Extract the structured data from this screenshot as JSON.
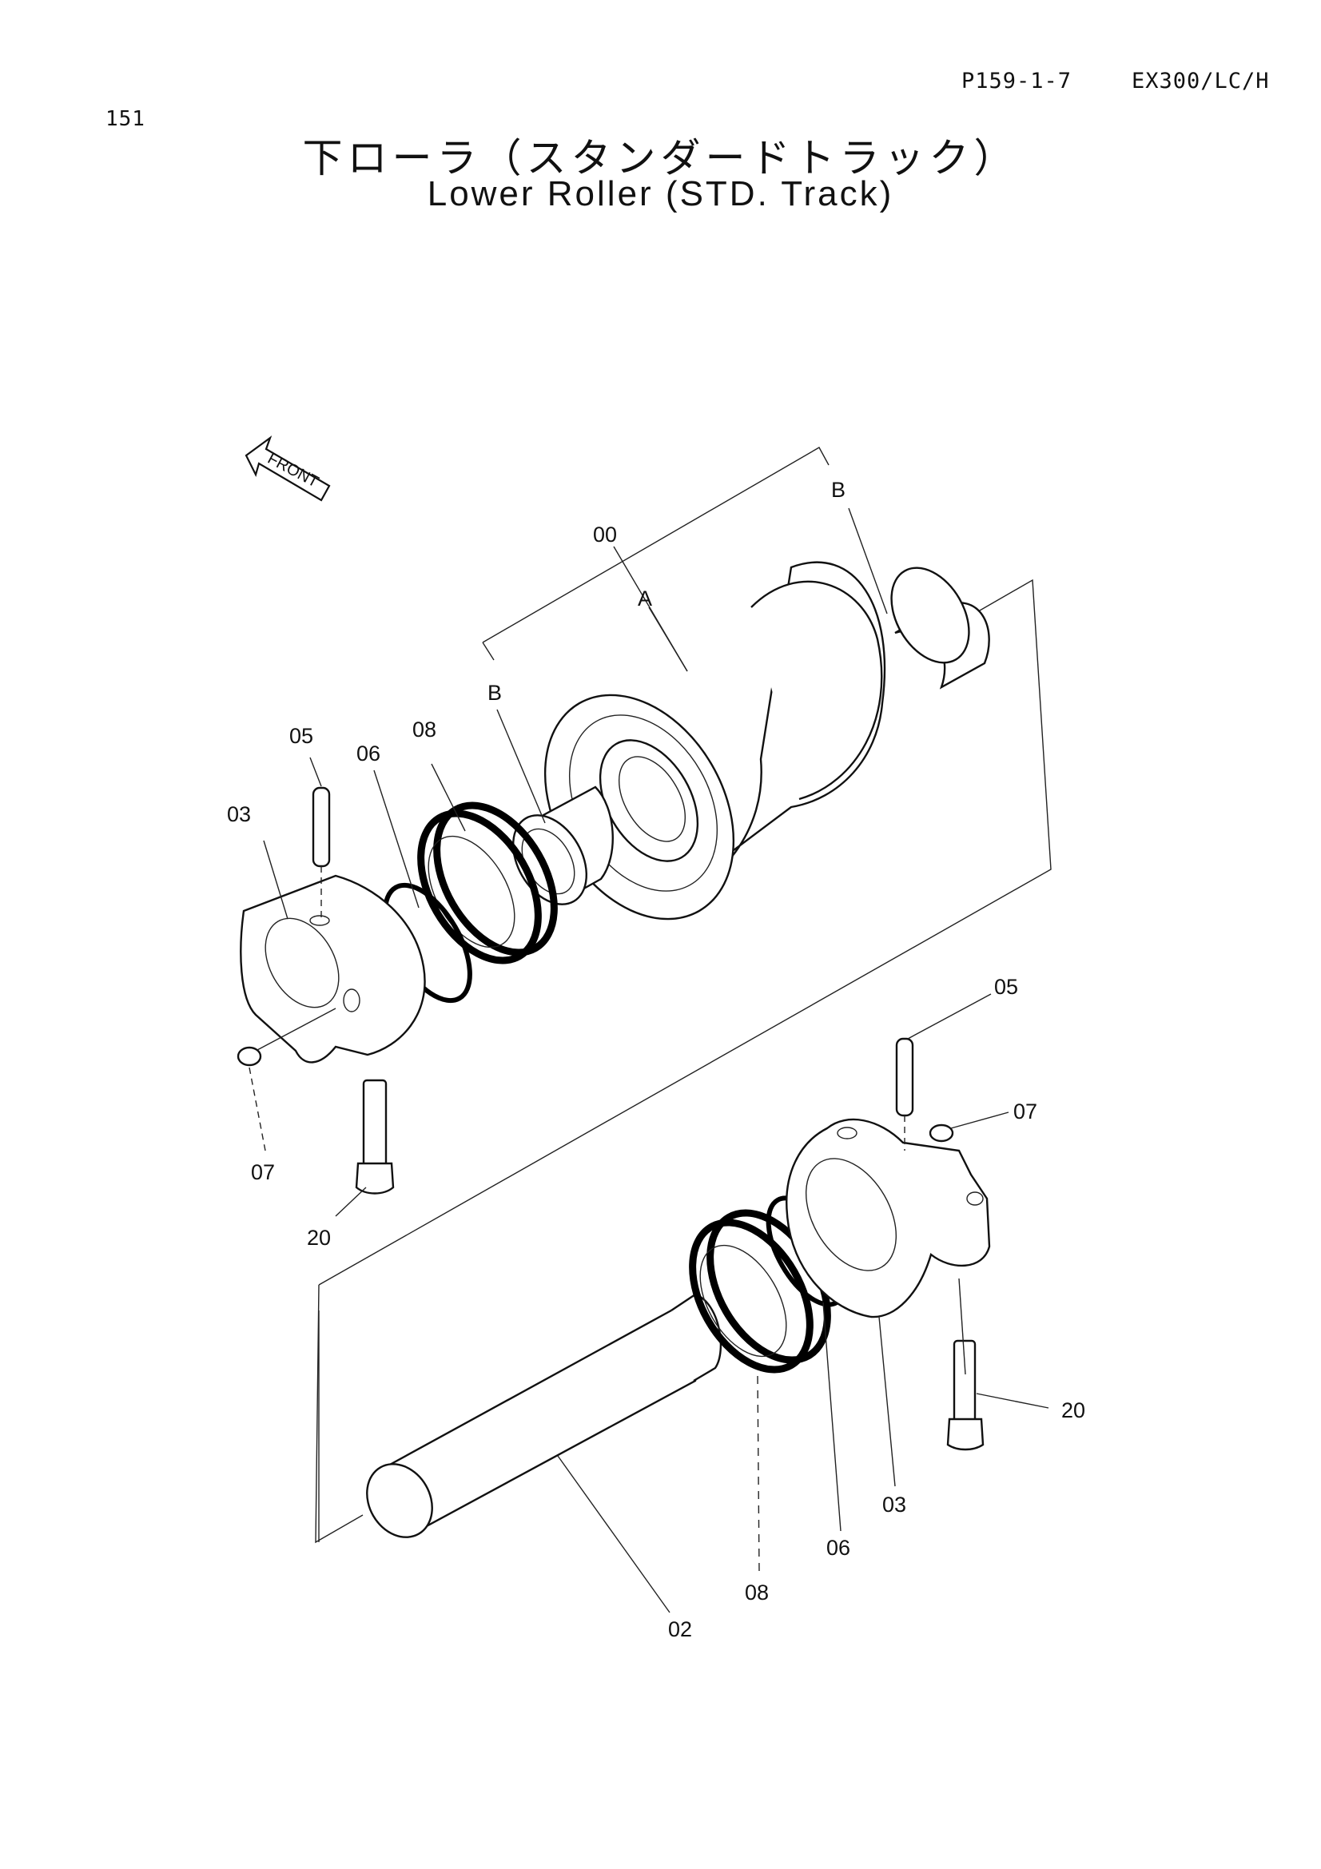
{
  "header": {
    "page_number": "151",
    "ref_code": "P159-1-7",
    "model": "EX300/LC/H"
  },
  "title": {
    "japanese": "下ローラ（スタンダードトラック）",
    "english": "Lower Roller (STD. Track)"
  },
  "front_marker": "FRONT",
  "callouts": {
    "roller_assembly": "00",
    "section_a": "A",
    "section_b_right": "B",
    "section_b_left": "B",
    "pin_upper": "05",
    "oring_upper": "06",
    "seal_upper": "08",
    "collar_upper": "03",
    "plug_upper": "07",
    "bolt_upper": "20",
    "pin_lower": "05",
    "plug_lower": "07",
    "bolt_lower": "20",
    "collar_lower": "03",
    "oring_lower": "06",
    "seal_lower": "08",
    "shaft": "02"
  }
}
